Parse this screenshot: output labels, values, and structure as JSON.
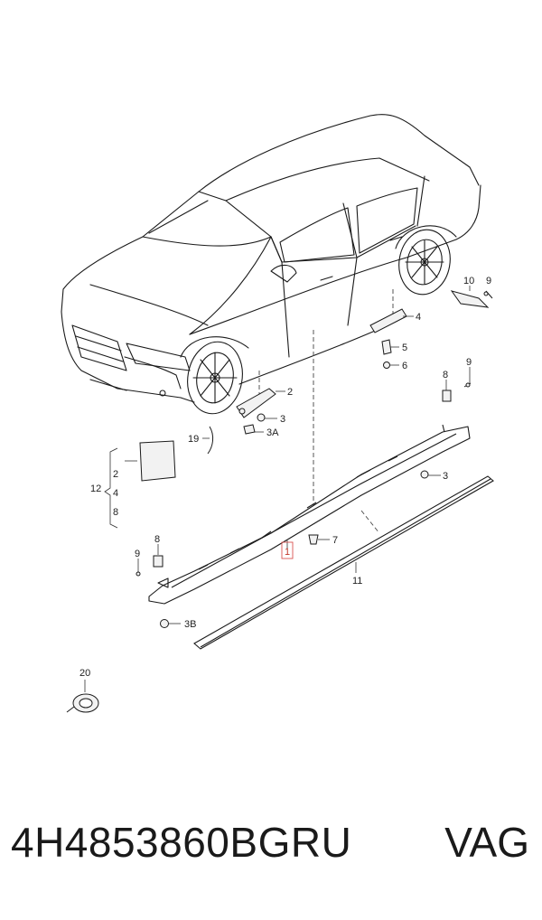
{
  "callouts": {
    "c1": "1",
    "c2": "2",
    "c3": "3",
    "c3a": "3A",
    "c3b": "3B",
    "c4": "4",
    "c5": "5",
    "c6": "6",
    "c7": "7",
    "c8": "8",
    "c9": "9",
    "c10": "10",
    "c11": "11",
    "c12": "12",
    "c19": "19",
    "c20": "20",
    "kit_2": "2",
    "kit_4": "4",
    "kit_8": "8"
  },
  "footer": {
    "part_number": "4H4853860BGRU",
    "brand": "VAG"
  },
  "colors": {
    "line": "#1a1a1a",
    "highlight_box": "#d9534f"
  }
}
